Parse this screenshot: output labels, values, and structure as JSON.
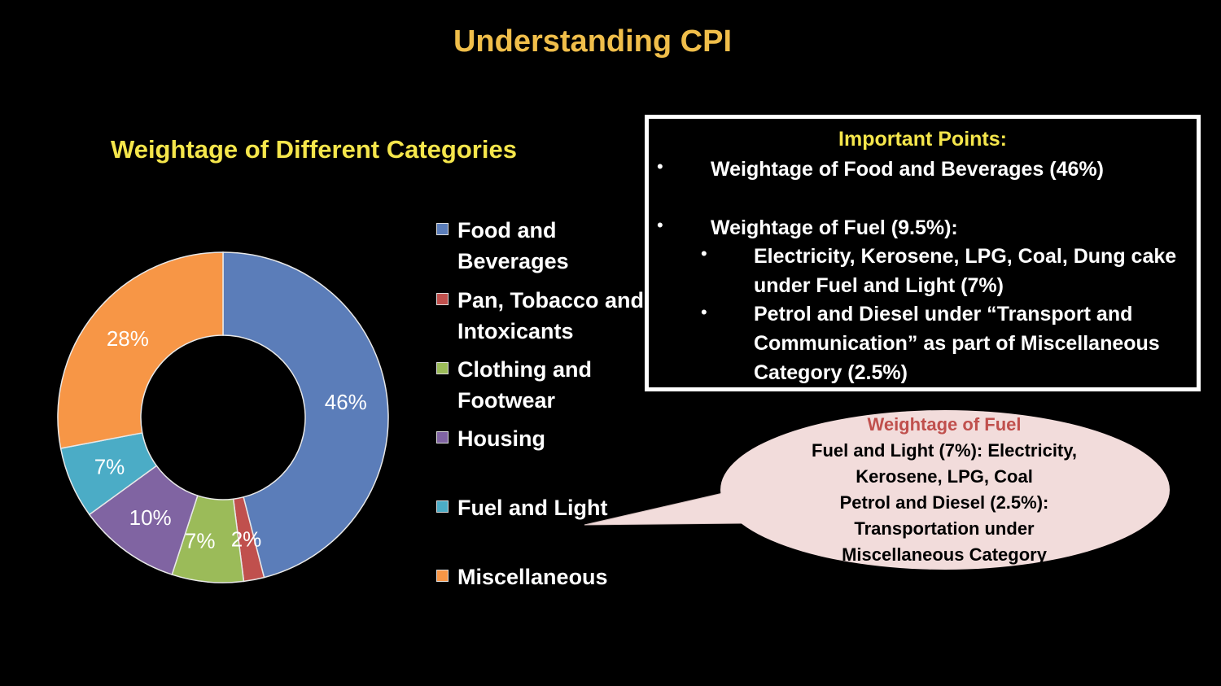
{
  "slide_title": "Understanding CPI",
  "chart_data": {
    "type": "pie",
    "title": "Weightage of Different Categories",
    "categories": [
      "Food and Beverages",
      "Pan, Tobacco and Intoxicants",
      "Clothing and Footwear",
      "Housing",
      "Fuel and Light",
      "Miscellaneous"
    ],
    "values": [
      46,
      2,
      7,
      10,
      7,
      28
    ],
    "data_labels": [
      "46%",
      "2%",
      "7%",
      "10%",
      "7%",
      "28%"
    ],
    "colors": [
      "#5B7DB9",
      "#C0504D",
      "#9BBB59",
      "#8064A2",
      "#4BACC6",
      "#F79646"
    ],
    "legend_position": "right"
  },
  "legend": {
    "items": [
      {
        "label": "Food and Beverages",
        "color": "#5B7DB9"
      },
      {
        "label": "Pan, Tobacco and Intoxicants",
        "color": "#C0504D"
      },
      {
        "label": "Clothing and Footwear",
        "color": "#9BBB59"
      },
      {
        "label": "Housing",
        "color": "#8064A2"
      },
      {
        "label": "Fuel and Light",
        "color": "#4BACC6"
      },
      {
        "label": "Miscellaneous",
        "color": "#F79646"
      }
    ]
  },
  "important_points": {
    "heading": "Important Points:",
    "p1": "Weightage of Food and Beverages (46%)",
    "p2": "Weightage of Fuel (9.5%):",
    "sub1_line1": "Electricity, Kerosene, LPG, Coal, Dung cake",
    "sub1_line2": "under Fuel and Light (7%)",
    "sub2_line1": "Petrol and Diesel under “Transport and",
    "sub2_line2": "Communication” as part of Miscellaneous",
    "sub2_line3": "Category  (2.5%)",
    "bullet_char": "•"
  },
  "callout": {
    "title": "Weightage of Fuel",
    "line1": "Fuel and Light (7%): Electricity,",
    "line2": "Kerosene, LPG, Coal",
    "line3": "Petrol and Diesel (2.5%):",
    "line4": "Transportation under",
    "line5": "Miscellaneous Category"
  },
  "colors": {
    "background": "#000000",
    "title": "#F0BE4A",
    "chart_title": "#F5E64B",
    "callout_fill": "#F2DCDB",
    "callout_title": "#C0504D"
  }
}
